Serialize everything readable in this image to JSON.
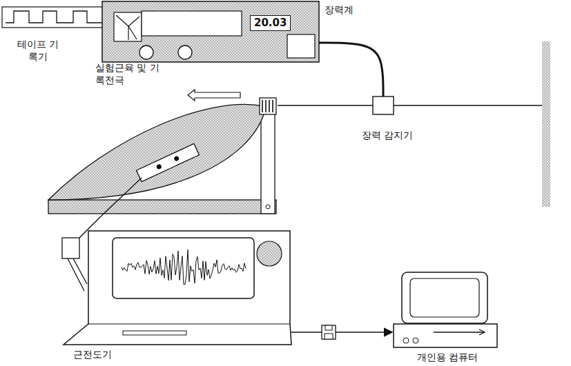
{
  "diagram": {
    "nodes": [
      {
        "text": [
          "20.03",
          "장력계"
        ]
      },
      {
        "text": [
          "장력 감지기"
        ]
      },
      {
        "text": [
          "실험근육 및 기록전극"
        ]
      },
      {
        "text": [
          "근전도기"
        ]
      },
      {
        "text": [
          "개인용 컴퓨터"
        ]
      }
    ],
    "edges": [
      {
        "from": 1,
        "to": 0,
        "arrow": "none"
      },
      {
        "from": 2,
        "to": 1,
        "arrow": "none"
      },
      {
        "from": 2,
        "to": 3,
        "arrow": "none"
      },
      {
        "from": 3,
        "to": 4,
        "arrow": "to"
      }
    ],
    "labels": [
      "테이프 기록기"
    ]
  }
}
